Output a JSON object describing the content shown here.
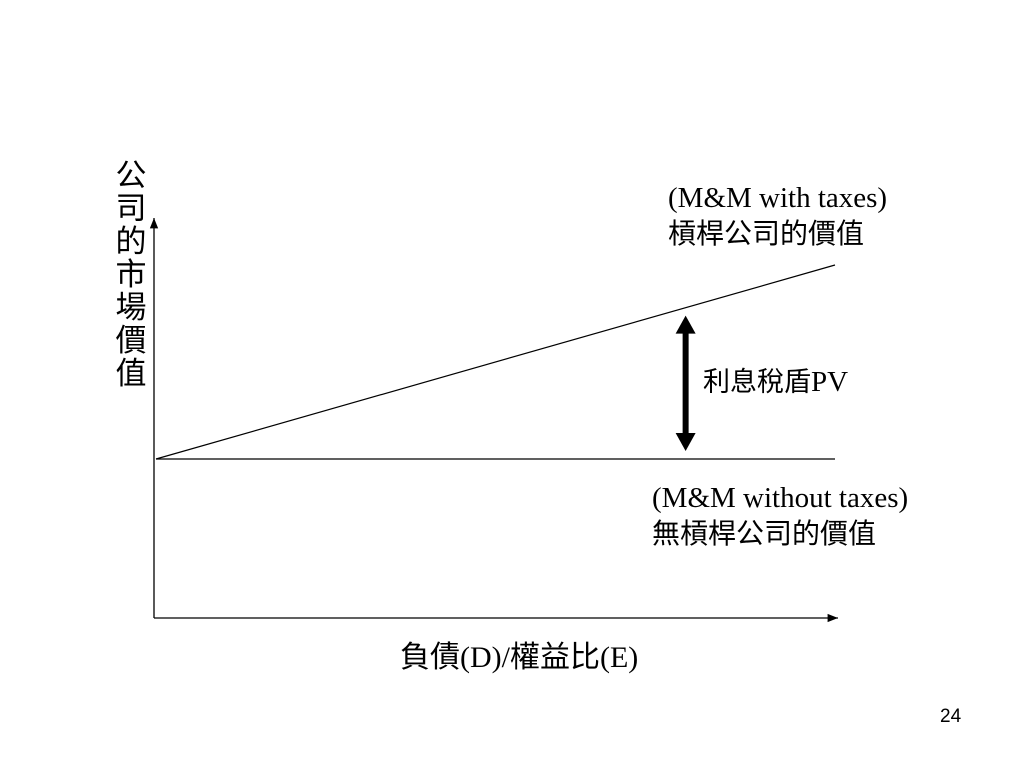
{
  "chart_data": {
    "type": "line",
    "ylabel": "公司的市場價值",
    "xlabel": "負債(D)/權益比(E)",
    "xlim": [
      0,
      1
    ],
    "ylim": [
      0,
      1
    ],
    "series": [
      {
        "name_en": "(M&M with taxes)",
        "name_zh": "槓桿公司的價值",
        "x": [
          0,
          1
        ],
        "y": [
          0,
          1
        ]
      },
      {
        "name_en": "(M&M without taxes)",
        "name_zh": "無槓桿公司的價值",
        "x": [
          0,
          1
        ],
        "y": [
          0,
          0
        ]
      }
    ],
    "annotation": {
      "label_zh": "利息稅盾",
      "label_en": "PV",
      "x": 0.78
    }
  },
  "page_number": "24"
}
